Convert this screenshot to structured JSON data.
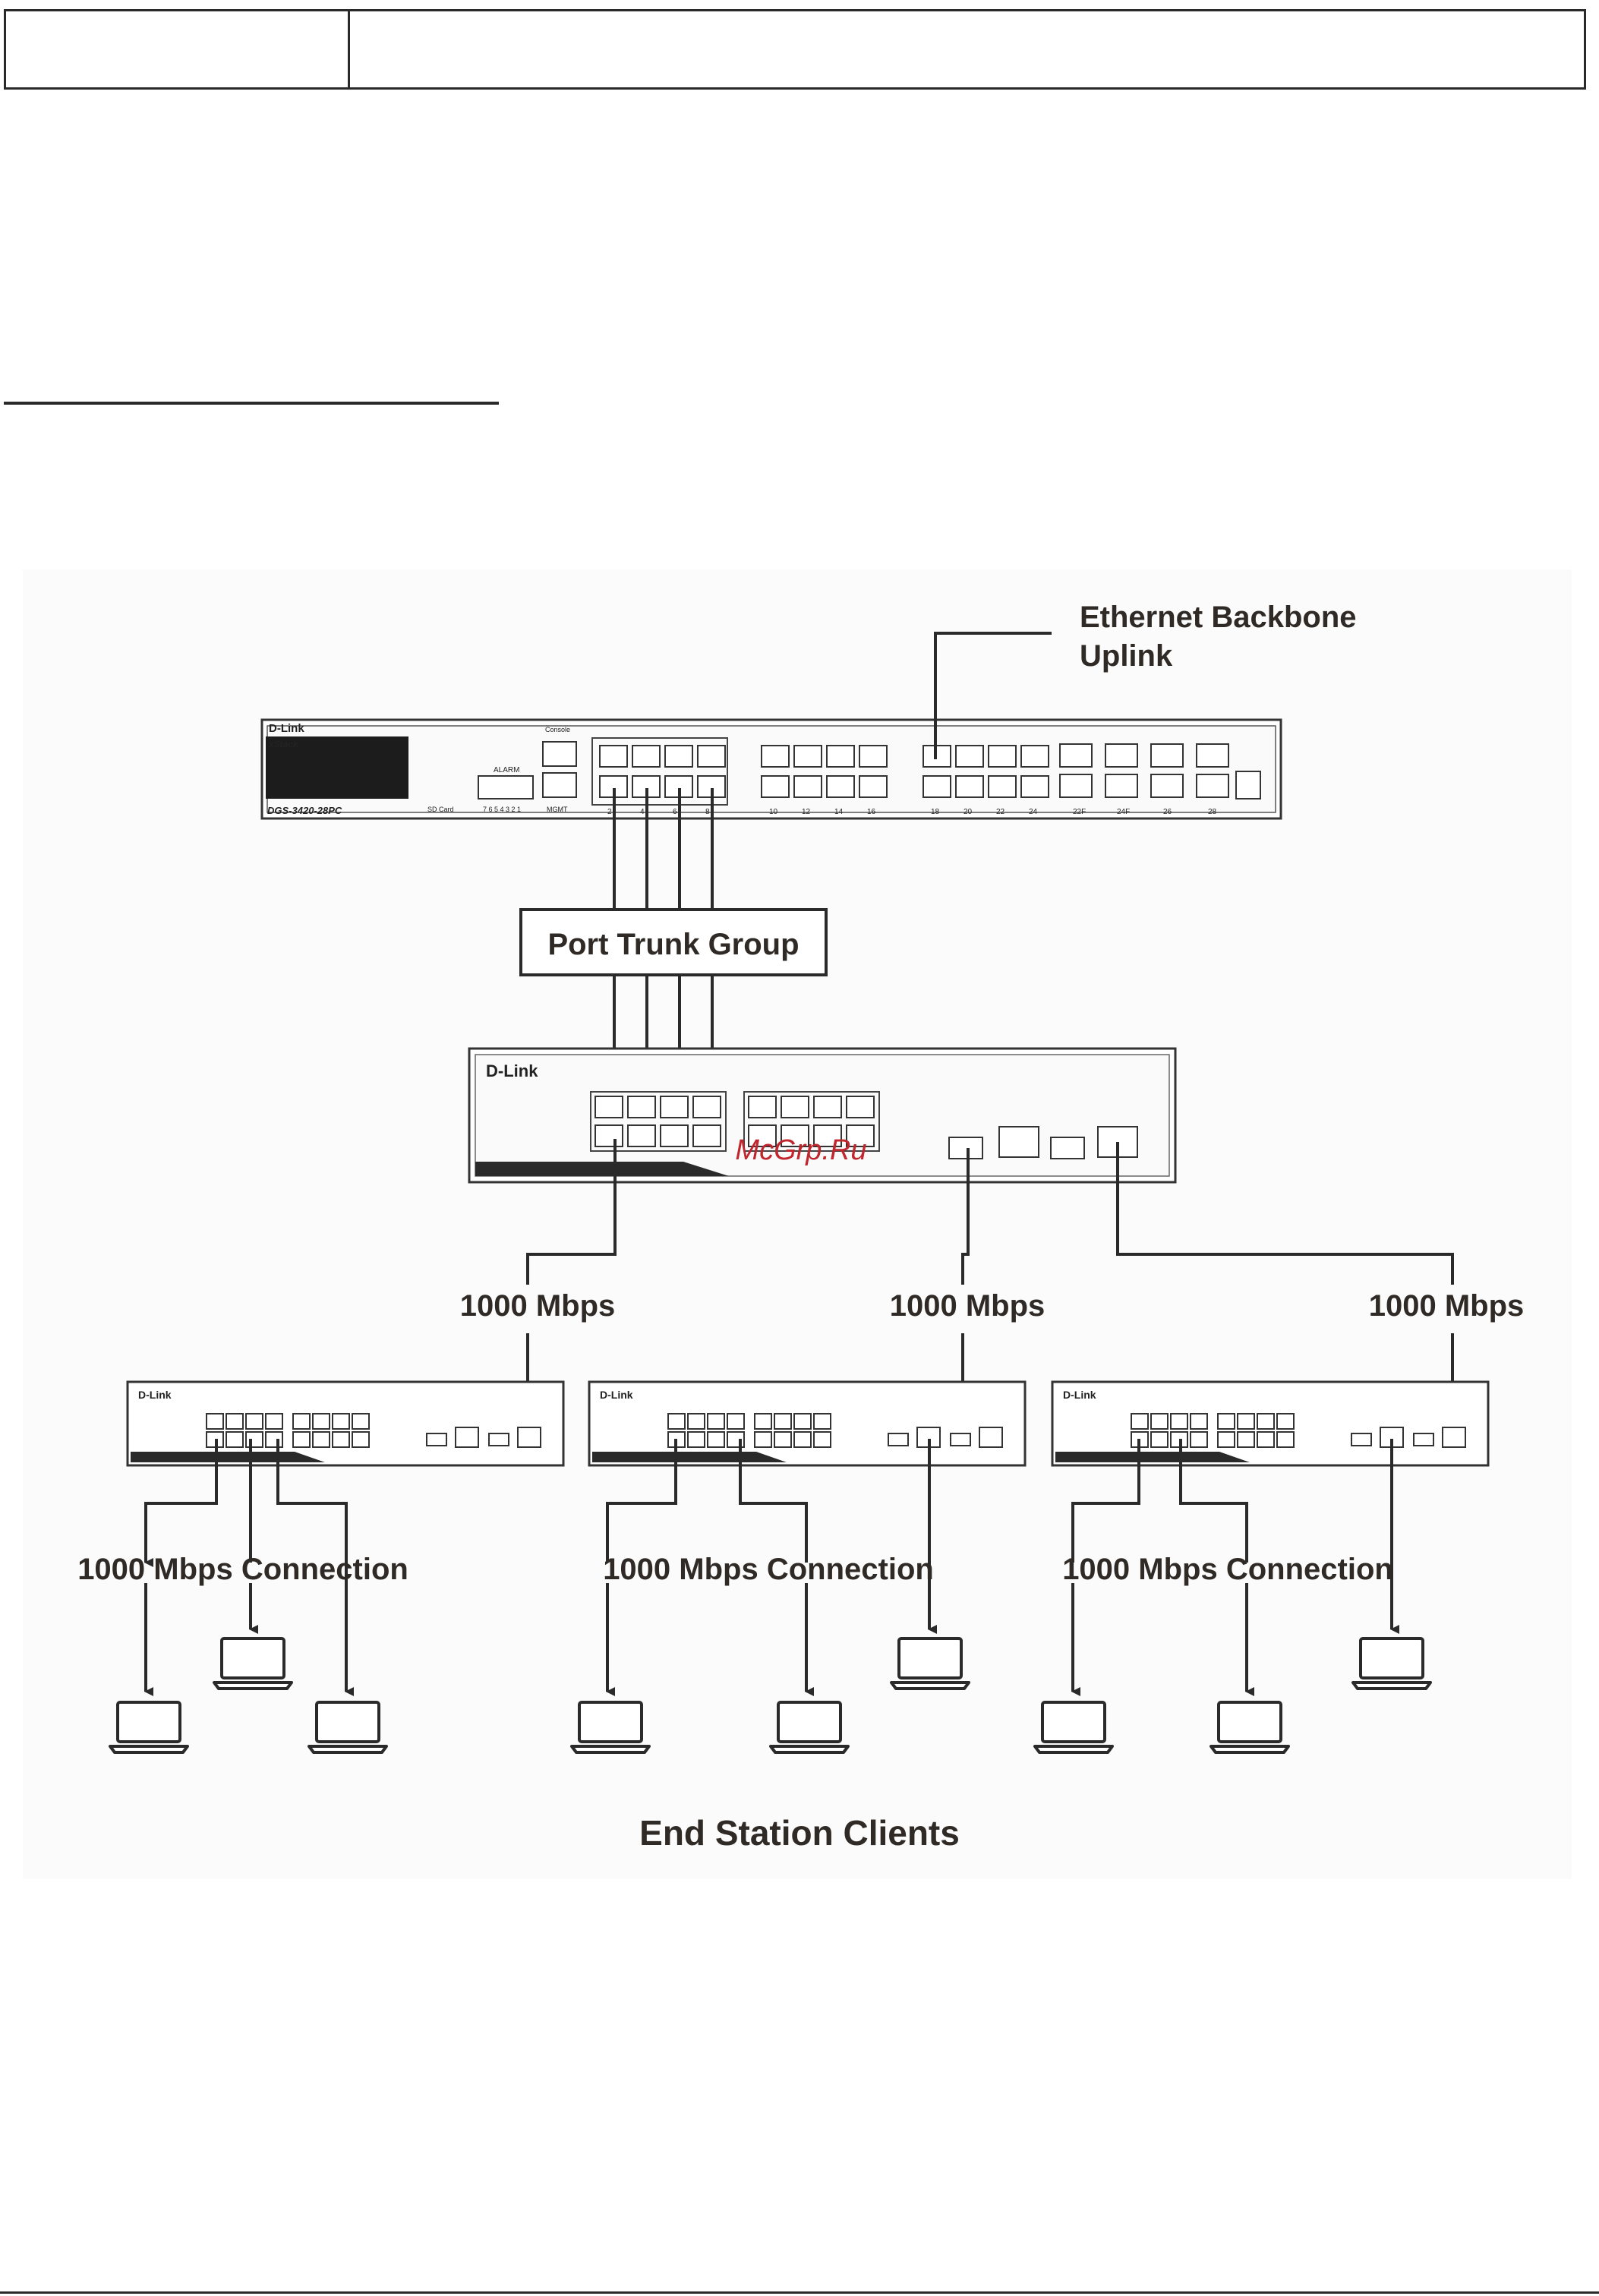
{
  "diagram": {
    "uplink_label_line1": "Ethernet Backbone",
    "uplink_label_line2": "Uplink",
    "trunk_label": "Port Trunk Group",
    "speed_labels": [
      "1000 Mbps",
      "1000 Mbps",
      "1000 Mbps"
    ],
    "connection_labels": [
      "1000 Mbps Connection",
      "1000 Mbps Connection",
      "1000 Mbps Connection"
    ],
    "clients_label": "End Station Clients",
    "watermark": "McGrp.Ru"
  },
  "core_switch": {
    "brand": "D-Link",
    "series": "xStack",
    "model": "DGS-3420-28PC",
    "console_label": "Console",
    "alarm_label": "ALARM",
    "sd_card_label": "SD Card",
    "alarm_pins": "7 6 5 4   3 2 1",
    "mgmt_label": "MGMT",
    "port_numbers": [
      "2",
      "4",
      "6",
      "8",
      "10",
      "12",
      "14",
      "16",
      "18",
      "20",
      "22",
      "24",
      "22F",
      "24F",
      "26",
      "28"
    ]
  },
  "middle_switch": {
    "brand": "D-Link"
  },
  "edge_switches": [
    {
      "brand": "D-Link"
    },
    {
      "brand": "D-Link"
    },
    {
      "brand": "D-Link"
    }
  ],
  "colors": {
    "line": "#2a2a2a",
    "watermark": "#c0262d",
    "label": "#2f2a26"
  }
}
